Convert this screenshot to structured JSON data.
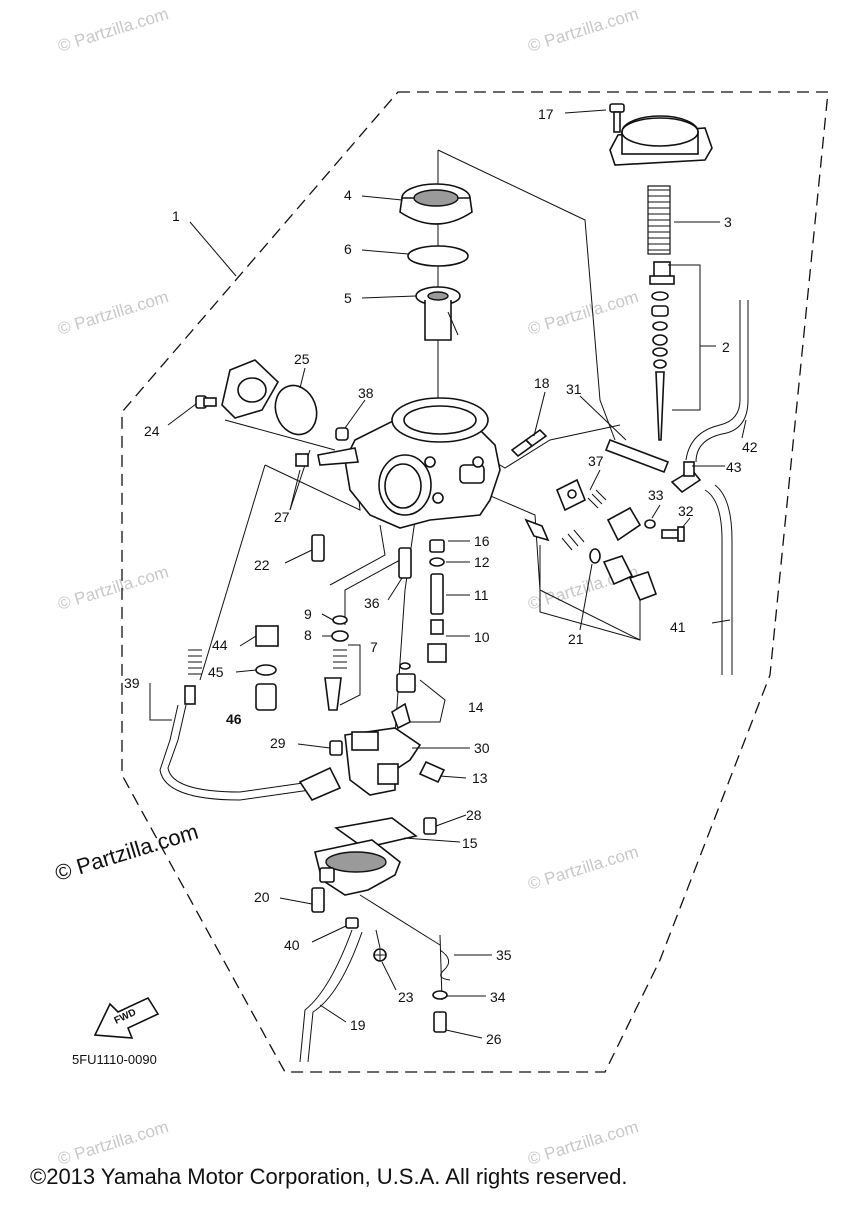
{
  "watermark_text": "© Partzilla.com",
  "brand_watermark": "© Partzilla.com",
  "diagram_code": "5FU1110-0090",
  "fwd_label": "FWD",
  "copyright": "©2013 Yamaha Motor Corporation, U.S.A. All rights reserved.",
  "callouts": {
    "c1": "1",
    "c2": "2",
    "c3": "3",
    "c4": "4",
    "c5": "5",
    "c6": "6",
    "c7": "7",
    "c8": "8",
    "c9": "9",
    "c10": "10",
    "c11": "11",
    "c12": "12",
    "c13": "13",
    "c14": "14",
    "c15": "15",
    "c16": "16",
    "c17": "17",
    "c18": "18",
    "c19": "19",
    "c20": "20",
    "c21": "21",
    "c22": "22",
    "c23": "23",
    "c24": "24",
    "c25": "25",
    "c26": "26",
    "c27": "27",
    "c28": "28",
    "c29": "29",
    "c30": "30",
    "c31": "31",
    "c32": "32",
    "c33": "33",
    "c34": "34",
    "c35": "35",
    "c36": "36",
    "c37": "37",
    "c38": "38",
    "c39": "39",
    "c40": "40",
    "c41": "41",
    "c42": "42",
    "c43": "43",
    "c44": "44",
    "c45": "45",
    "c46": "46"
  }
}
